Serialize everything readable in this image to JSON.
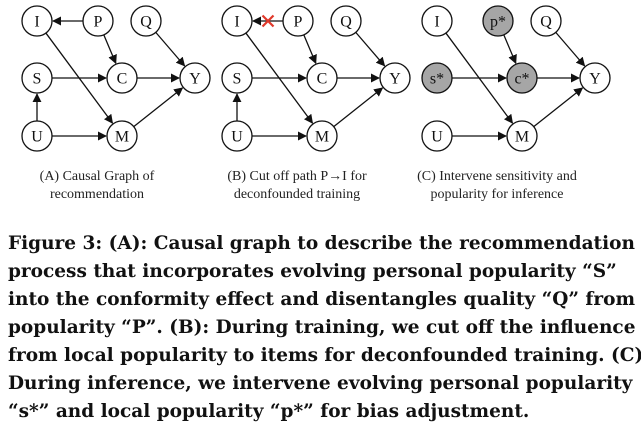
{
  "panels": [
    {
      "id": "A",
      "caption_lines": [
        "(A) Causal Graph of",
        "recommendation"
      ],
      "nodes": [
        {
          "id": "I",
          "label": "I",
          "shaded": false
        },
        {
          "id": "P",
          "label": "P",
          "shaded": false
        },
        {
          "id": "Q",
          "label": "Q",
          "shaded": false
        },
        {
          "id": "S",
          "label": "S",
          "shaded": false
        },
        {
          "id": "C",
          "label": "C",
          "shaded": false
        },
        {
          "id": "Y",
          "label": "Y",
          "shaded": false
        },
        {
          "id": "U",
          "label": "U",
          "shaded": false
        },
        {
          "id": "M",
          "label": "M",
          "shaded": false
        }
      ],
      "edges": [
        {
          "from": "P",
          "to": "I",
          "cut": false
        },
        {
          "from": "P",
          "to": "C",
          "cut": false
        },
        {
          "from": "Q",
          "to": "Y",
          "cut": false
        },
        {
          "from": "S",
          "to": "C",
          "cut": false
        },
        {
          "from": "C",
          "to": "Y",
          "cut": false
        },
        {
          "from": "I",
          "to": "M",
          "cut": false
        },
        {
          "from": "U",
          "to": "S",
          "cut": false
        },
        {
          "from": "U",
          "to": "M",
          "cut": false
        },
        {
          "from": "M",
          "to": "Y",
          "cut": false
        }
      ]
    },
    {
      "id": "B",
      "caption_lines": [
        "(B) Cut off path P→I for",
        "deconfounded training"
      ],
      "nodes": [
        {
          "id": "I",
          "label": "I",
          "shaded": false
        },
        {
          "id": "P",
          "label": "P",
          "shaded": false
        },
        {
          "id": "Q",
          "label": "Q",
          "shaded": false
        },
        {
          "id": "S",
          "label": "S",
          "shaded": false
        },
        {
          "id": "C",
          "label": "C",
          "shaded": false
        },
        {
          "id": "Y",
          "label": "Y",
          "shaded": false
        },
        {
          "id": "U",
          "label": "U",
          "shaded": false
        },
        {
          "id": "M",
          "label": "M",
          "shaded": false
        }
      ],
      "edges": [
        {
          "from": "P",
          "to": "I",
          "cut": true
        },
        {
          "from": "P",
          "to": "C",
          "cut": false
        },
        {
          "from": "Q",
          "to": "Y",
          "cut": false
        },
        {
          "from": "S",
          "to": "C",
          "cut": false
        },
        {
          "from": "C",
          "to": "Y",
          "cut": false
        },
        {
          "from": "I",
          "to": "M",
          "cut": false
        },
        {
          "from": "U",
          "to": "S",
          "cut": false
        },
        {
          "from": "U",
          "to": "M",
          "cut": false
        },
        {
          "from": "M",
          "to": "Y",
          "cut": false
        }
      ]
    },
    {
      "id": "C",
      "caption_lines": [
        "(C) Intervene sensitivity and",
        "popularity for inference"
      ],
      "nodes": [
        {
          "id": "I",
          "label": "I",
          "shaded": false
        },
        {
          "id": "P",
          "label": "p*",
          "shaded": true
        },
        {
          "id": "Q",
          "label": "Q",
          "shaded": false
        },
        {
          "id": "S",
          "label": "s*",
          "shaded": true
        },
        {
          "id": "C",
          "label": "c*",
          "shaded": true
        },
        {
          "id": "Y",
          "label": "Y",
          "shaded": false
        },
        {
          "id": "U",
          "label": "U",
          "shaded": false
        },
        {
          "id": "M",
          "label": "M",
          "shaded": false
        }
      ],
      "edges": [
        {
          "from": "P",
          "to": "C",
          "cut": false
        },
        {
          "from": "Q",
          "to": "Y",
          "cut": false
        },
        {
          "from": "S",
          "to": "C",
          "cut": false
        },
        {
          "from": "C",
          "to": "Y",
          "cut": false
        },
        {
          "from": "I",
          "to": "M",
          "cut": false
        },
        {
          "from": "U",
          "to": "M",
          "cut": false
        },
        {
          "from": "M",
          "to": "Y",
          "cut": false
        }
      ]
    }
  ],
  "caption_lines": [
    "Figure 3: (A): Causal graph to describe the recommendation",
    "process that incorporates evolving personal popularity “S”",
    "into the conformity effect and disentangles quality “Q” from",
    "popularity “P”. (B): During training, we cut off the influence",
    "from local popularity to items for deconfounded training. (C):",
    "During inference, we intervene evolving personal popularity",
    "“s*” and local popularity “p*” for bias adjustment."
  ],
  "colors": {
    "line": "#111111",
    "node_fill": "#ffffff",
    "shaded_fill": "#a6a6a6",
    "cut_mark": "#e0392b"
  }
}
